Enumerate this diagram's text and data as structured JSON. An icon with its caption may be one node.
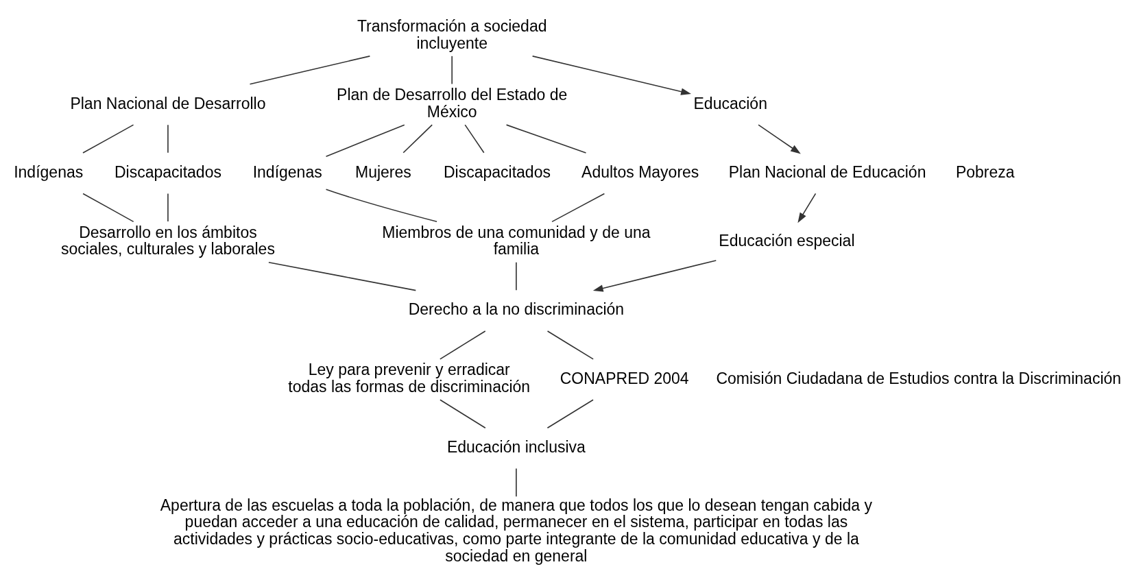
{
  "diagram": {
    "nodes": [
      {
        "text": [
          "Transformación a sociedad incluyente"
        ]
      },
      {
        "text": [
          "Plan Nacional de Desarrollo"
        ]
      },
      {
        "text": [
          "Plan de Desarrollo del Estado de México"
        ]
      },
      {
        "text": [
          "Educación"
        ]
      },
      {
        "text": [
          "Indígenas"
        ]
      },
      {
        "text": [
          "Discapacitados"
        ]
      },
      {
        "text": [
          "Desarrollo en los ámbitos sociales, culturales y laborales"
        ]
      },
      {
        "text": [
          "Plan Nacional de Educación"
        ]
      },
      {
        "text": [
          "Indígenas"
        ]
      },
      {
        "text": [
          "Mujeres"
        ]
      },
      {
        "text": [
          "Discapacitados"
        ]
      },
      {
        "text": [
          "Adultos Mayores"
        ]
      },
      {
        "text": [
          "Miembros de una comunidad y de una familia"
        ]
      },
      {
        "text": [
          "Educación especial"
        ]
      },
      {
        "text": [
          "Derecho a la no discriminación"
        ]
      },
      {
        "text": [
          "Ley para prevenir y erradicar todas las formas de discriminación"
        ]
      },
      {
        "text": [
          "CONAPRED 2004"
        ]
      },
      {
        "text": [
          "Educación inclusiva"
        ]
      },
      {
        "text": [
          "Apertura de las escuelas a toda la población, de manera que todos los que lo desean tengan cabida y puedan acceder a una educación de calidad, permanecer en el sistema, participar en todas las actividades y prácticas socio-educativas, como parte integrante de la comunidad educativa y de la sociedad en general"
        ]
      }
    ],
    "edges": [
      {
        "from": 0,
        "to": 1,
        "arrow": "none"
      },
      {
        "from": 0,
        "to": 2,
        "arrow": "none"
      },
      {
        "from": 0,
        "to": 3,
        "arrow": "to"
      },
      {
        "from": 1,
        "to": 4,
        "arrow": "none"
      },
      {
        "from": 1,
        "to": 5,
        "arrow": "none"
      },
      {
        "from": 4,
        "to": 6,
        "arrow": "none"
      },
      {
        "from": 5,
        "to": 6,
        "arrow": "none"
      },
      {
        "from": 3,
        "to": 7,
        "arrow": "to"
      },
      {
        "from": 2,
        "to": 8,
        "arrow": "none"
      },
      {
        "from": 2,
        "to": 9,
        "arrow": "none"
      },
      {
        "from": 2,
        "to": 10,
        "arrow": "none"
      },
      {
        "from": 2,
        "to": 11,
        "arrow": "none"
      },
      {
        "from": 8,
        "to": 12,
        "arrow": "none"
      },
      {
        "from": 11,
        "to": 12,
        "arrow": "none"
      },
      {
        "from": 7,
        "to": 13,
        "arrow": "to"
      },
      {
        "from": 6,
        "to": 14,
        "arrow": "none"
      },
      {
        "from": 12,
        "to": 14,
        "arrow": "none"
      },
      {
        "from": 13,
        "to": 14,
        "arrow": "to"
      },
      {
        "from": 14,
        "to": 15,
        "arrow": "none"
      },
      {
        "from": 14,
        "to": 16,
        "arrow": "none"
      },
      {
        "from": 15,
        "to": 17,
        "arrow": "none"
      },
      {
        "from": 16,
        "to": 17,
        "arrow": "none"
      },
      {
        "from": 17,
        "to": 18,
        "arrow": "none"
      }
    ],
    "labels": [
      "Pobreza",
      "Comisión Ciudadana de Estudios contra la Discriminación"
    ]
  }
}
